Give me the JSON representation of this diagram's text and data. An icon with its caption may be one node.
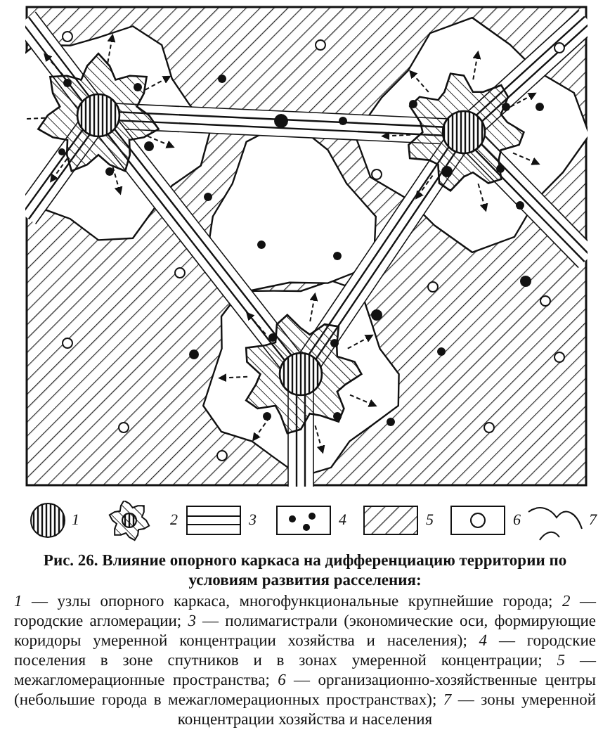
{
  "diagram": {
    "title": "Рис. 26. Влияние опорного каркаса на дифференциацию территории по условиям развития расселения:",
    "caption": "*1* — узлы опорного каркаса, многофункциональные крупнейшие города; *2* — городские агломерации; *3* — полимагистрали (экономические оси, формирующие коридоры умеренной концентрации хозяйства и населения); *4* — городские поселения в зоне спутников и в зонах умеренной концентрации; *5* — межагломерационные пространства; *6* — организационно-хозяйственные центры (небольшие города в межагломерационных пространствах); *7* — зоны умеренной концентрации хозяйства и населения",
    "legend": [
      {
        "text": "1"
      },
      {
        "text": "2"
      },
      {
        "text": "3"
      },
      {
        "text": "4"
      },
      {
        "text": "5"
      },
      {
        "text": "6"
      },
      {
        "text": "7"
      }
    ]
  }
}
